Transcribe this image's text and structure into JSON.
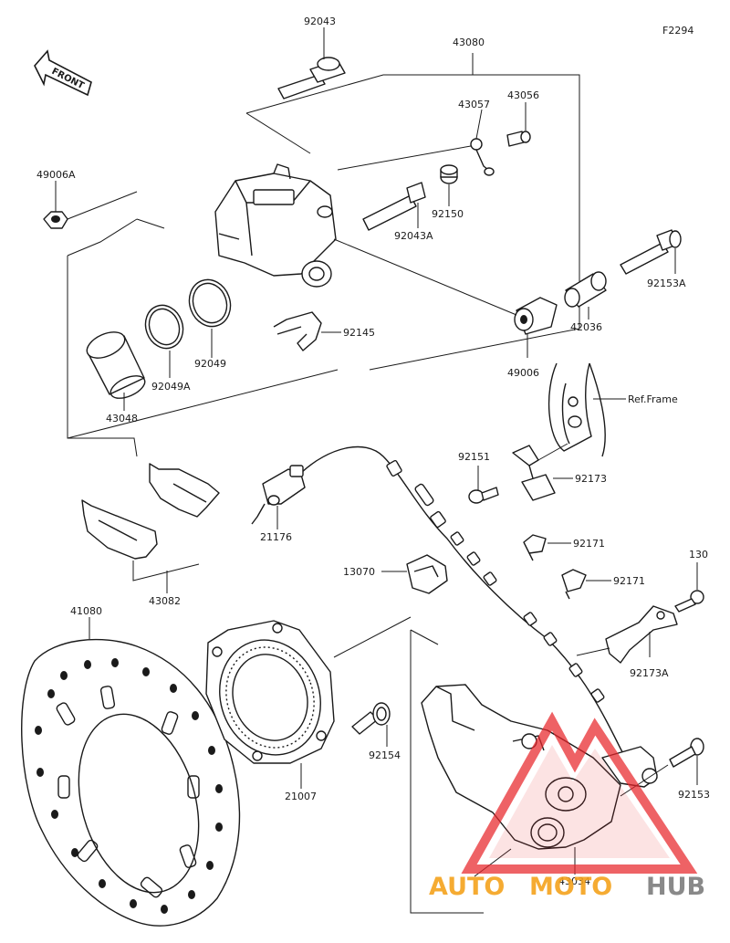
{
  "figure_code": "F2294",
  "front_arrow_label": "FRONT",
  "ref_frame_label": "Ref.Frame",
  "watermark": {
    "text_auto": "AUTO",
    "text_moto": "MOTO",
    "text_hub": "HUB",
    "triangle_color": "#e8262b",
    "auto_moto_color": "#f4a21c",
    "hub_color": "#7d7d7d"
  },
  "part_numbers": {
    "p92043": "92043",
    "p43080": "43080",
    "p43057": "43057",
    "p43056": "43056",
    "p49006A": "49006A",
    "p92150": "92150",
    "p92043A": "92043A",
    "p92153A": "92153A",
    "p92145": "92145",
    "p92049": "92049",
    "p92049A": "92049A",
    "p43048": "43048",
    "p42036": "42036",
    "p49006": "49006",
    "p92151": "92151",
    "p92173": "92173",
    "p21176": "21176",
    "p43082": "43082",
    "p13070": "13070",
    "p92171a": "92171",
    "p92171b": "92171",
    "p130": "130",
    "p41080": "41080",
    "p92173A": "92173A",
    "p92154": "92154",
    "p21007": "21007",
    "p92153": "92153",
    "p43034": "43034"
  }
}
